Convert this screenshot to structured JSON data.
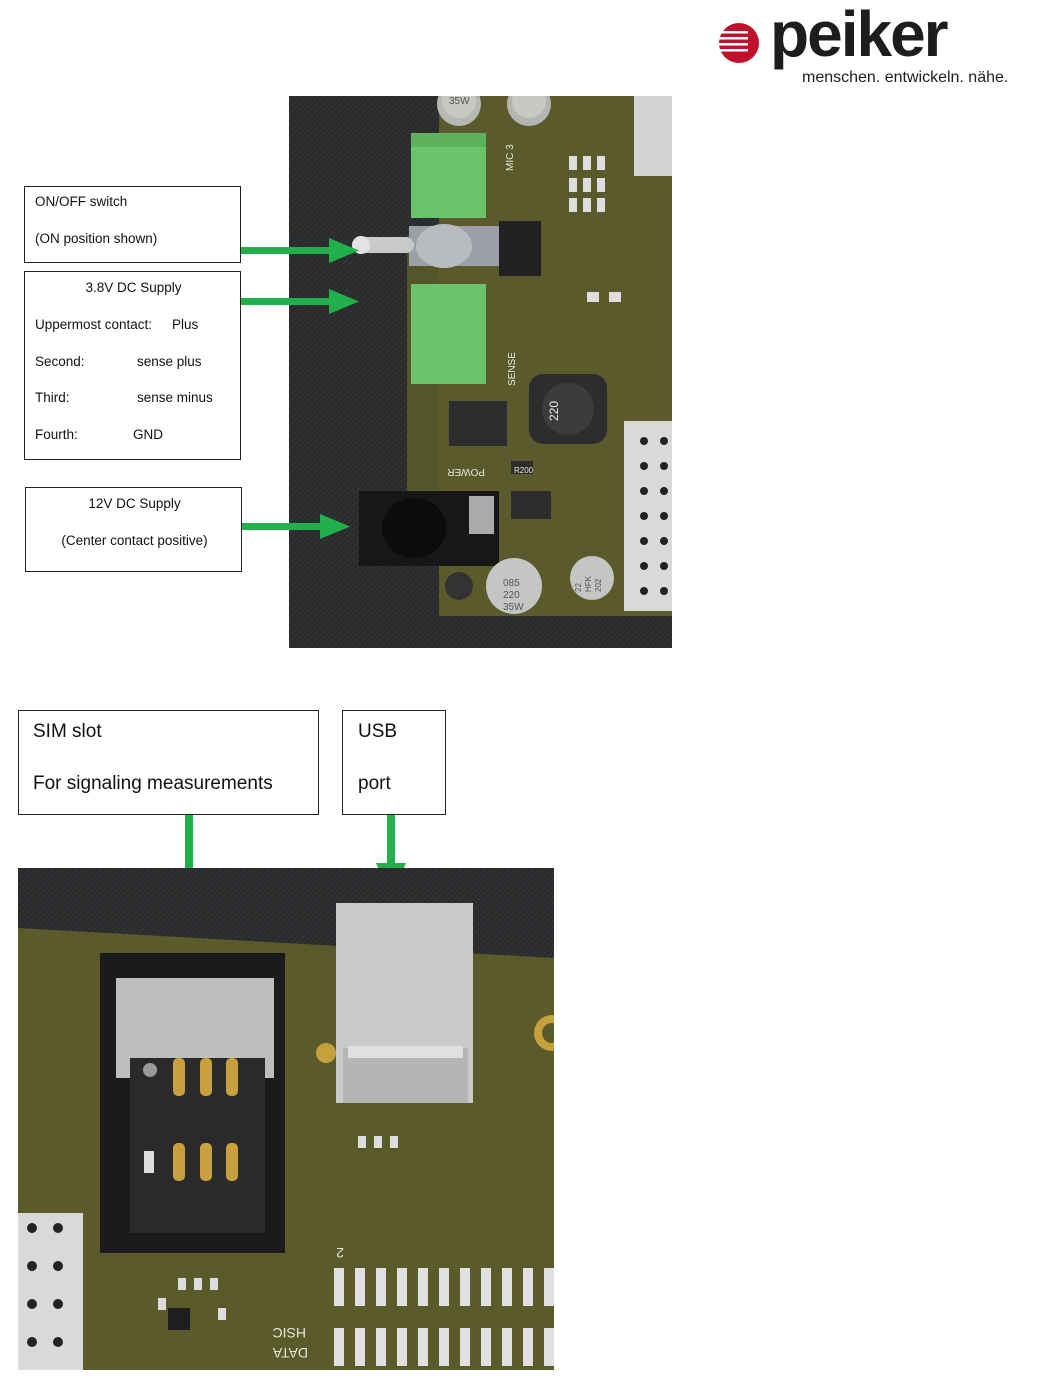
{
  "logo": {
    "brand": "peiker",
    "tagline": "menschen. entwickeln. nähe."
  },
  "callouts": {
    "onoff": {
      "line1": "ON/OFF switch",
      "line2": "(ON position shown)"
    },
    "supply38": {
      "title": "3.8V DC Supply",
      "rows": [
        {
          "label": "Uppermost contact:",
          "value": "Plus"
        },
        {
          "label": "Second:",
          "value": "sense plus"
        },
        {
          "label": "Third:",
          "value": "sense minus"
        },
        {
          "label": "Fourth:",
          "value": "GND"
        }
      ]
    },
    "supply12": {
      "title": "12V DC Supply",
      "note": "(Center contact positive)"
    },
    "sim": {
      "line1": "SIM slot",
      "line2": "For signaling measurements"
    },
    "usb": {
      "line1": "USB",
      "line2": "port"
    }
  },
  "pcb_markings": {
    "mic": "MIC 3",
    "sense": "SENSE",
    "power": "POWER",
    "inductor": "220",
    "cap1": [
      "085",
      "220",
      "35W"
    ],
    "cap2": [
      "22",
      "HFK",
      "202"
    ],
    "cap_top": "35W",
    "resistor": "R200",
    "hsic": "HSIC",
    "data": "DATA",
    "pin2": "2"
  },
  "colors": {
    "arrow": "#21b04b",
    "pcb": "#5a5a2a",
    "terminal": "#6cc36a",
    "fabric": "#2a2b2d"
  }
}
